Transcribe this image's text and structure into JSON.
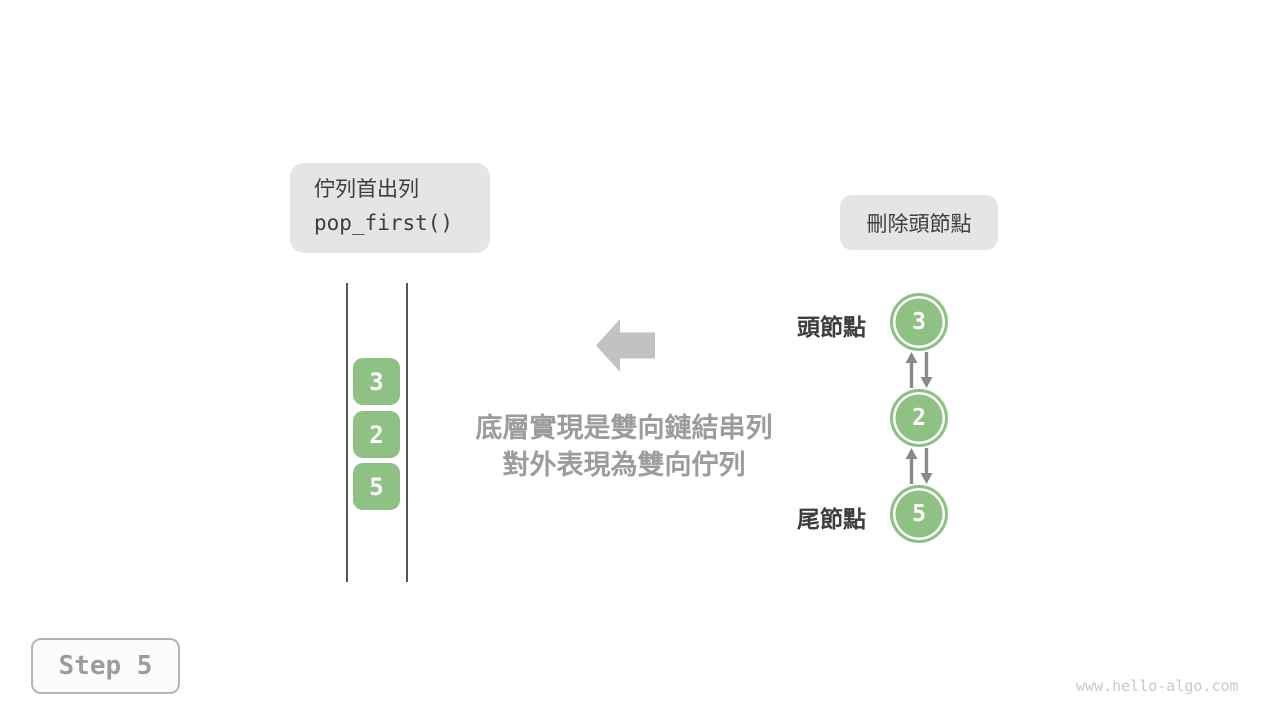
{
  "figure": {
    "step_badge": "Step 5",
    "watermark": "www.hello-algo.com"
  },
  "operation_label": {
    "title": "佇列首出列",
    "code": "pop_first()"
  },
  "action_label": "刪除頭節點",
  "note": {
    "line1": "底層實現是雙向鏈結串列",
    "line2": "對外表現為雙向佇列"
  },
  "queue": {
    "items": [
      "3",
      "2",
      "5"
    ]
  },
  "linked_list": {
    "head_label": "頭節點",
    "tail_label": "尾節點",
    "nodes": [
      "3",
      "2",
      "5"
    ]
  },
  "colors": {
    "node_green": "#8fc084",
    "label_bg": "#e5e5e5",
    "dark_text": "#3d3d3d",
    "note_gray": "#9c9c9c",
    "link_arrow_gray": "#8a8a8a",
    "big_arrow_gray": "#c2c2c2",
    "queue_wall": "#575757",
    "step_border": "#b5b5b5",
    "step_text": "#9c9c9c",
    "watermark_gray": "#c9c9c9"
  }
}
